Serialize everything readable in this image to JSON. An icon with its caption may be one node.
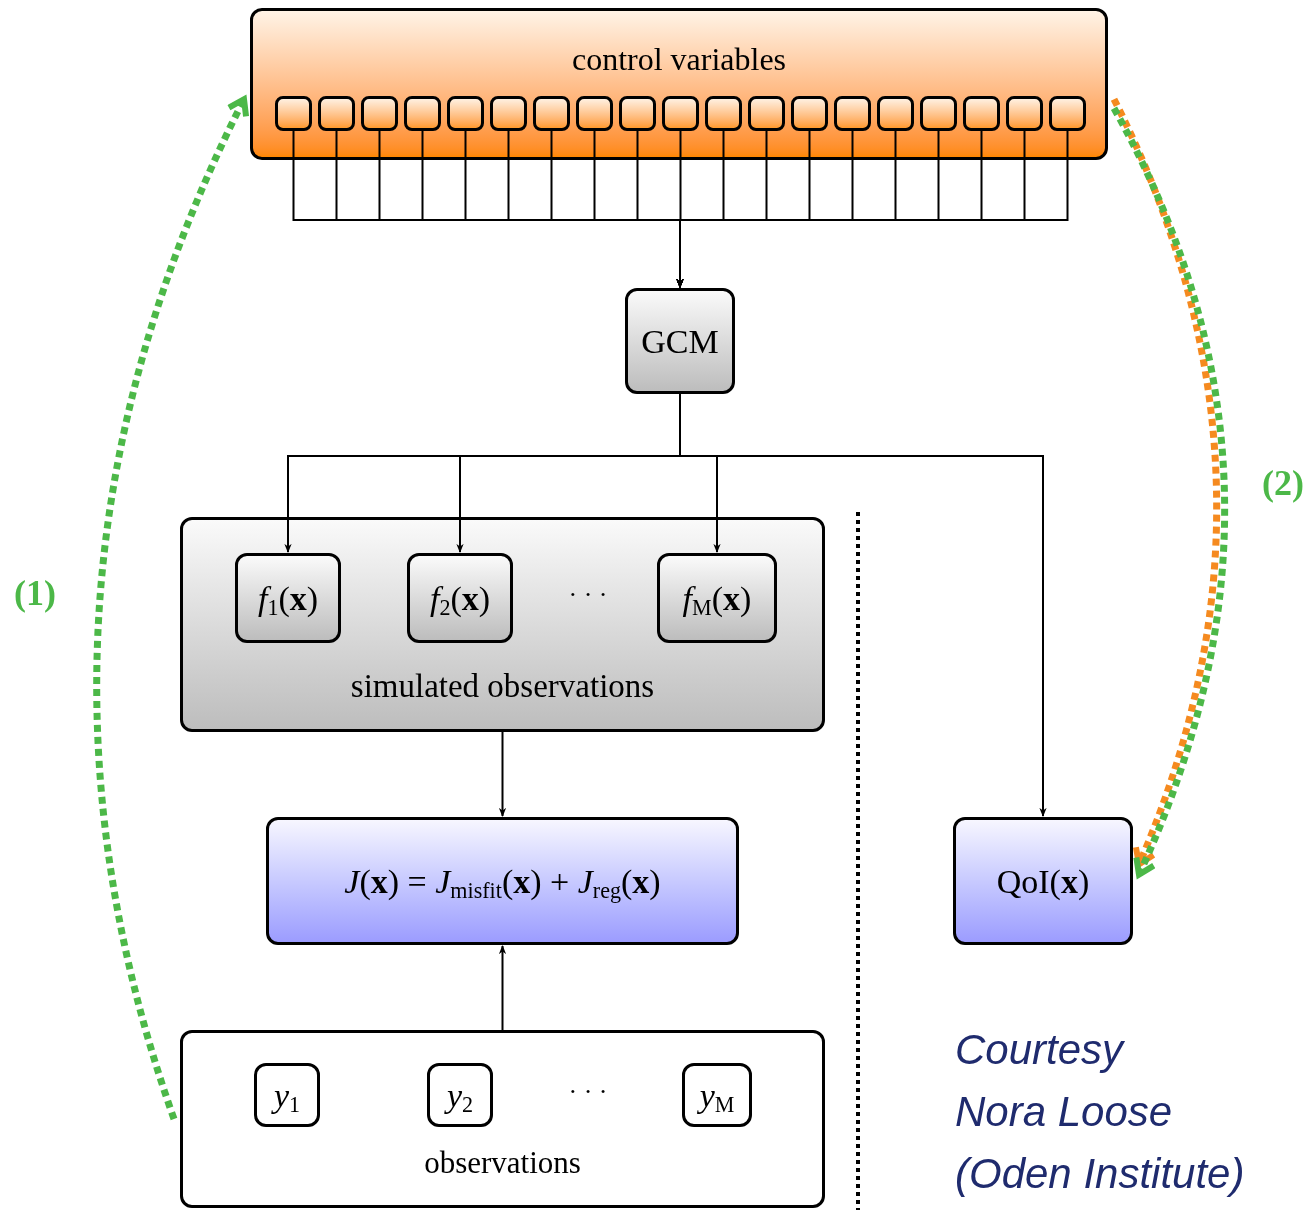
{
  "diagram": {
    "nodes": [
      {
        "text": [
          "control variables"
        ]
      },
      {
        "text": [],
        "shape": "box",
        "in": 0
      },
      {
        "text": [],
        "shape": "box",
        "in": 0
      },
      {
        "text": [],
        "shape": "box",
        "in": 0
      },
      {
        "text": [],
        "shape": "box",
        "in": 0
      },
      {
        "text": [],
        "shape": "box",
        "in": 0
      },
      {
        "text": [],
        "shape": "box",
        "in": 0
      },
      {
        "text": [],
        "shape": "box",
        "in": 0
      },
      {
        "text": [],
        "shape": "box",
        "in": 0
      },
      {
        "text": [],
        "shape": "box",
        "in": 0
      },
      {
        "text": [],
        "shape": "box",
        "in": 0
      },
      {
        "text": [],
        "shape": "box",
        "in": 0
      },
      {
        "text": [],
        "shape": "box",
        "in": 0
      },
      {
        "text": [],
        "shape": "box",
        "in": 0
      },
      {
        "text": [],
        "shape": "box",
        "in": 0
      },
      {
        "text": [],
        "shape": "box",
        "in": 0
      },
      {
        "text": [],
        "shape": "box",
        "in": 0
      },
      {
        "text": [],
        "shape": "box",
        "in": 0
      },
      {
        "text": [],
        "shape": "box",
        "in": 0
      },
      {
        "text": [],
        "shape": "box",
        "in": 0
      },
      {
        "text": [
          "GCM"
        ]
      },
      {
        "text": [
          "simulated observations"
        ]
      },
      {
        "text": [
          "*f*$_{1}$(**x**)"
        ],
        "in": 21
      },
      {
        "text": [
          "*f*$_{2}$(**x**)"
        ],
        "in": 21
      },
      {
        "text": [
          "*f*$_{M}$(**x**)"
        ],
        "in": 21
      },
      {
        "text": [
          "*J*(**x**) = *J*$_{misfit}$(**x**) + *J*$_{reg}$(**x**)"
        ]
      },
      {
        "text": [
          "QoI(**x**)"
        ]
      },
      {
        "text": [
          "observations"
        ]
      },
      {
        "text": [
          "*y*$_{1}$"
        ],
        "in": 27
      },
      {
        "text": [
          "*y*$_{2}$"
        ],
        "in": 27
      },
      {
        "text": [
          "*y*$_{M}$"
        ],
        "in": 27
      }
    ],
    "edges": [
      {
        "from": 1,
        "to": 20,
        "arrow": "to"
      },
      {
        "from": 2,
        "to": 20,
        "arrow": "to"
      },
      {
        "from": 3,
        "to": 20,
        "arrow": "to"
      },
      {
        "from": 4,
        "to": 20,
        "arrow": "to"
      },
      {
        "from": 5,
        "to": 20,
        "arrow": "to"
      },
      {
        "from": 6,
        "to": 20,
        "arrow": "to"
      },
      {
        "from": 7,
        "to": 20,
        "arrow": "to"
      },
      {
        "from": 8,
        "to": 20,
        "arrow": "to"
      },
      {
        "from": 9,
        "to": 20,
        "arrow": "to"
      },
      {
        "from": 10,
        "to": 20,
        "arrow": "to"
      },
      {
        "from": 11,
        "to": 20,
        "arrow": "to"
      },
      {
        "from": 12,
        "to": 20,
        "arrow": "to"
      },
      {
        "from": 13,
        "to": 20,
        "arrow": "to"
      },
      {
        "from": 14,
        "to": 20,
        "arrow": "to"
      },
      {
        "from": 15,
        "to": 20,
        "arrow": "to"
      },
      {
        "from": 16,
        "to": 20,
        "arrow": "to"
      },
      {
        "from": 17,
        "to": 20,
        "arrow": "to"
      },
      {
        "from": 18,
        "to": 20,
        "arrow": "to"
      },
      {
        "from": 19,
        "to": 20,
        "arrow": "to"
      },
      {
        "from": 20,
        "to": 22,
        "arrow": "to"
      },
      {
        "from": 20,
        "to": 23,
        "arrow": "to"
      },
      {
        "from": 20,
        "to": 24,
        "arrow": "to"
      },
      {
        "from": 20,
        "to": 26,
        "arrow": "to"
      },
      {
        "from": 21,
        "to": 25,
        "arrow": "to"
      },
      {
        "from": 27,
        "to": 25,
        "arrow": "to"
      },
      {
        "from": 27,
        "to": 0,
        "arrow": "to",
        "label": "(1)",
        "style": "dashed",
        "color": "#4cb848"
      },
      {
        "from": 0,
        "to": 26,
        "arrow": "to",
        "style": "dashed",
        "color": "#f58a1f"
      },
      {
        "from": 0,
        "to": 26,
        "arrow": "to",
        "label": "(2)",
        "style": "dashed",
        "color": "#4cb848"
      }
    ],
    "labels": [
      "· · ·",
      "· · ·",
      "Courtesy",
      "Nora Loose",
      "(Oden Institute)"
    ]
  }
}
